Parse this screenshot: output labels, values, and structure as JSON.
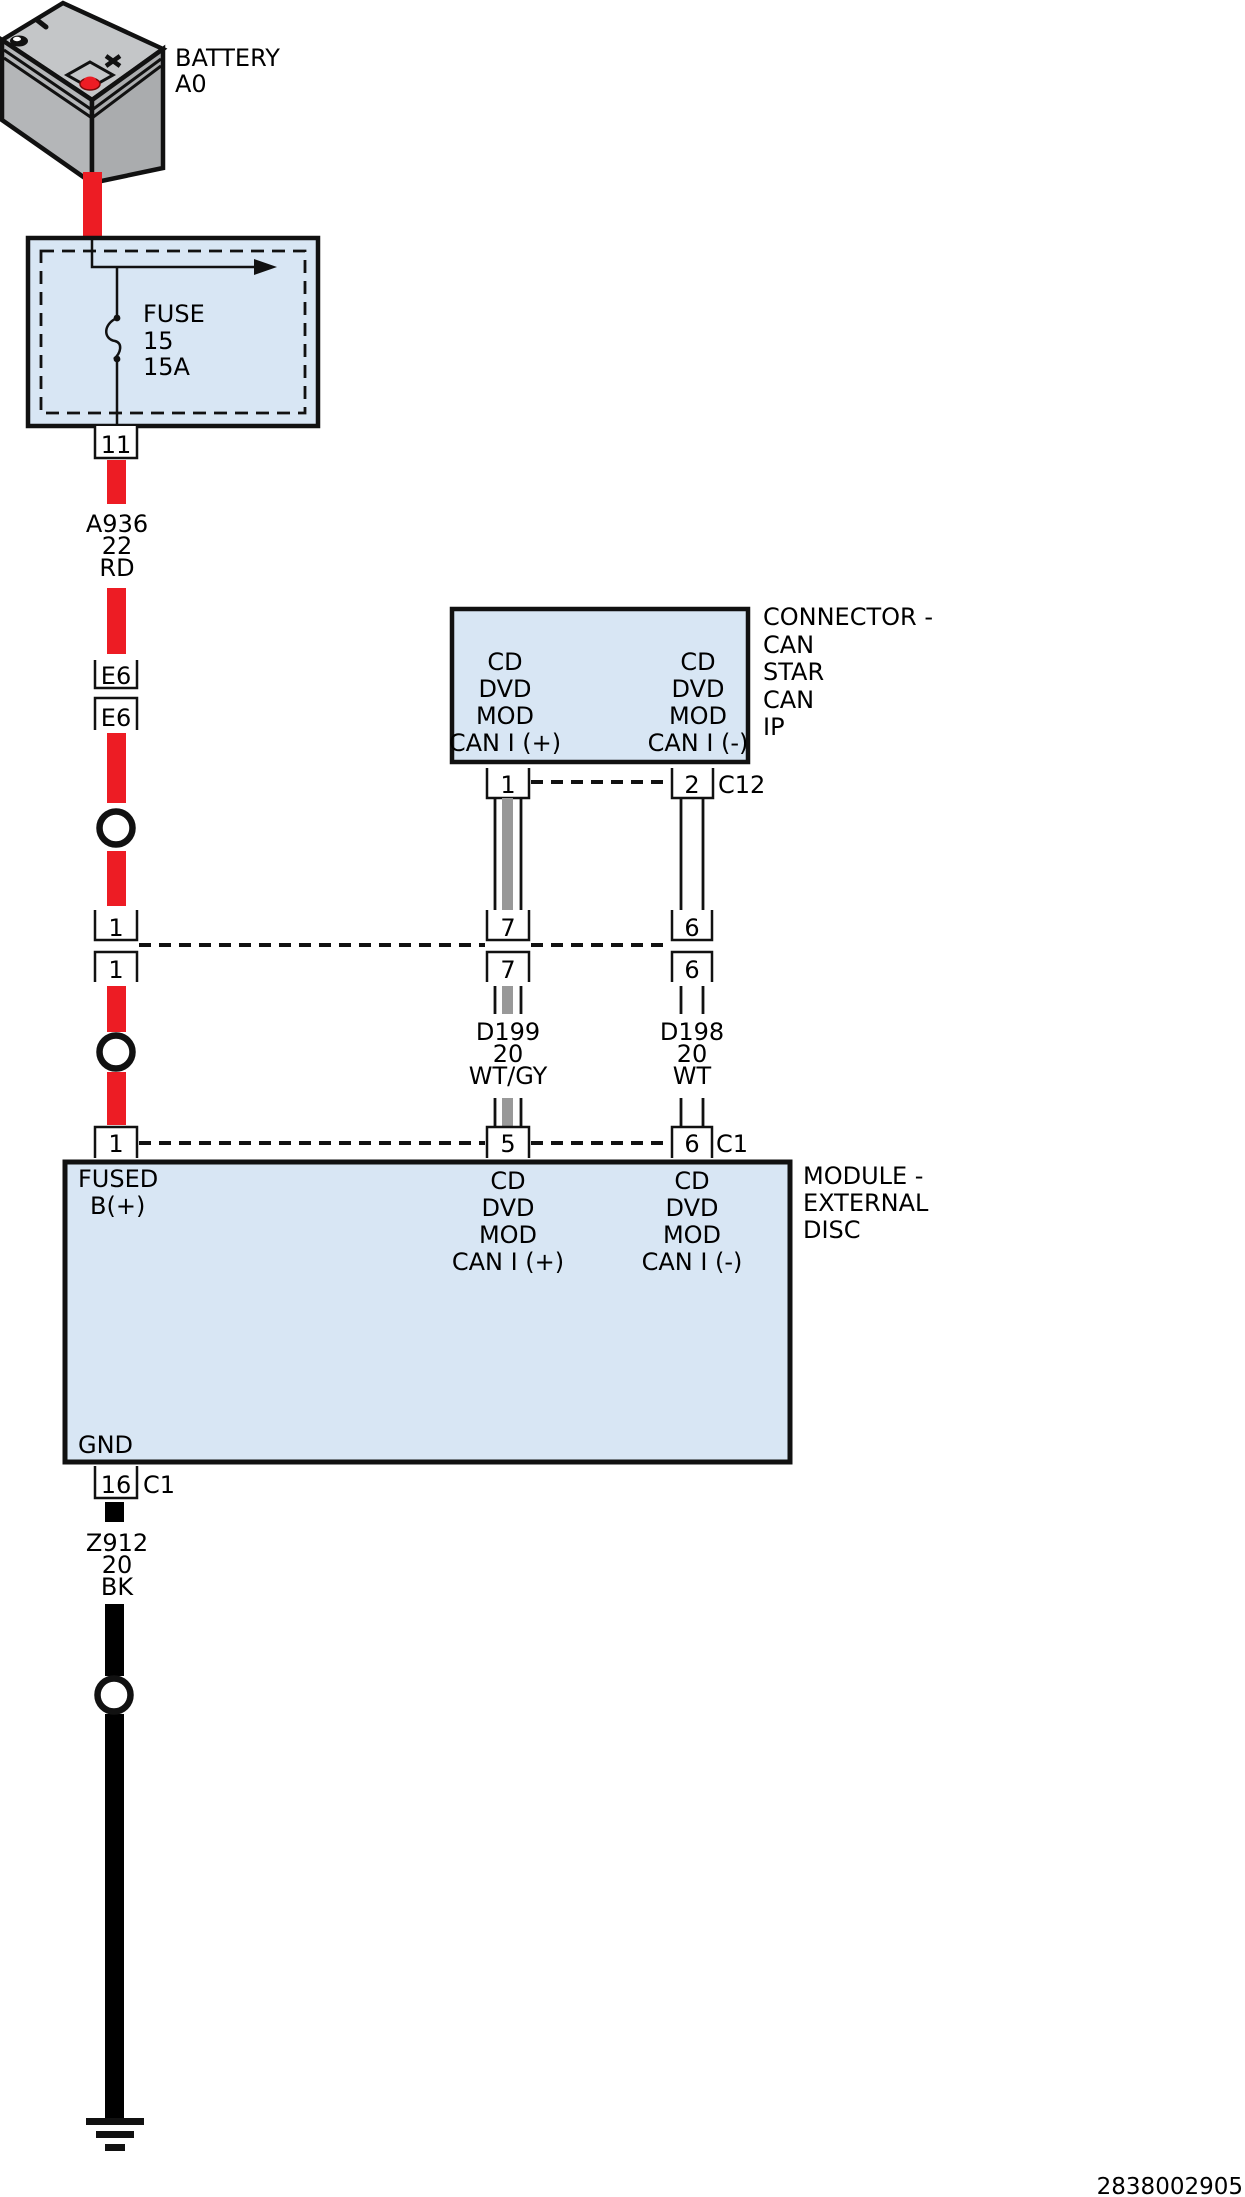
{
  "colors": {
    "wire_red": "#ed1c24",
    "wire_black": "#000000",
    "wire_gray": "#999999",
    "box_fill": "#d8e6f4"
  },
  "battery": {
    "name": "BATTERY",
    "code": "A0"
  },
  "fuse_box": {
    "label": "FUSE",
    "number": "15",
    "rating": "15A",
    "pin": "11"
  },
  "wire_a936": {
    "circuit": "A936",
    "gauge": "22",
    "color": "RD"
  },
  "connector_e6": {
    "top": "E6",
    "bottom": "E6"
  },
  "inline_connector": {
    "left_top": "1",
    "left_bottom": "1",
    "mid_top": "7",
    "mid_bottom": "7",
    "right_top": "6",
    "right_bottom": "6"
  },
  "c12_connector": {
    "id": "C12",
    "pin_left": "1",
    "pin_right": "2",
    "left_lines": [
      "CD",
      "DVD",
      "MOD",
      "CAN I (+)"
    ],
    "right_lines": [
      "CD",
      "DVD",
      "MOD",
      "CAN I (-)"
    ],
    "side_label": [
      "CONNECTOR -",
      "CAN",
      "STAR",
      "CAN",
      "IP"
    ]
  },
  "wire_d199": {
    "circuit": "D199",
    "gauge": "20",
    "color": "WT/GY"
  },
  "wire_d198": {
    "circuit": "D198",
    "gauge": "20",
    "color": "WT"
  },
  "module": {
    "id": "C1",
    "pin_left": "1",
    "pin_mid": "5",
    "pin_right": "6",
    "fused_lines": [
      "FUSED",
      "B(+)"
    ],
    "mid_lines": [
      "CD",
      "DVD",
      "MOD",
      "CAN I (+)"
    ],
    "right_lines": [
      "CD",
      "DVD",
      "MOD",
      "CAN I (-)"
    ],
    "gnd": "GND",
    "side_label": [
      "MODULE -",
      "EXTERNAL",
      "DISC"
    ],
    "bottom_pin": "16",
    "bottom_connector_id": "C1"
  },
  "wire_z912": {
    "circuit": "Z912",
    "gauge": "20",
    "color": "BK"
  },
  "footer": {
    "part_number": "2838002905"
  }
}
